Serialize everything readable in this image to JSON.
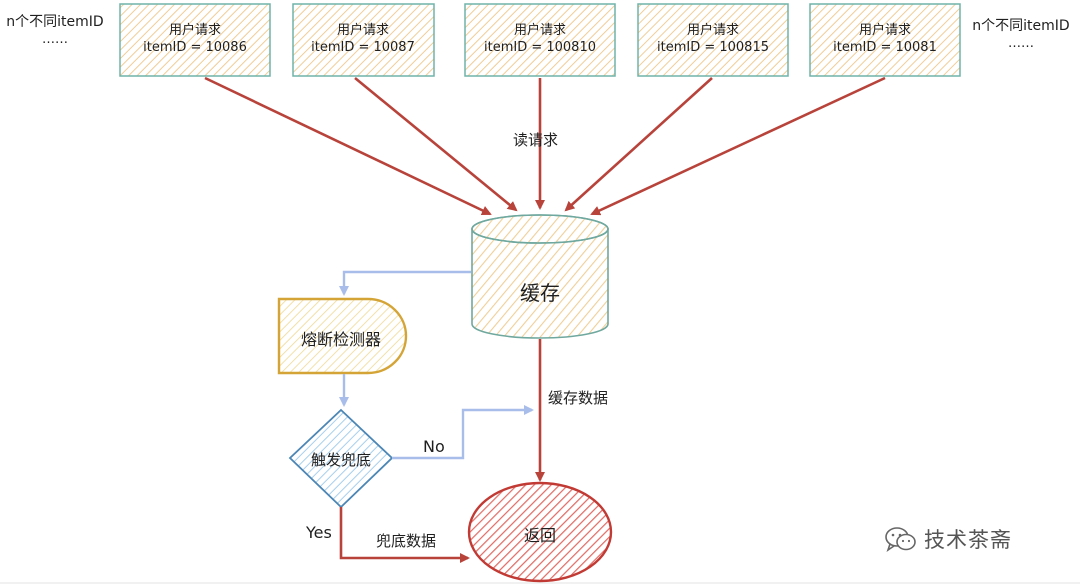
{
  "colors": {
    "request_stroke": "#6fb3a8",
    "request_fill": "#f3d4a6",
    "arrow_red": "#b8433b",
    "arrow_blue": "#a9bdea",
    "cache_stroke": "#6fa89e",
    "cache_fill": "#f3d7aa",
    "breaker_stroke": "#d4a436",
    "breaker_fill": "#f8eac4",
    "decision_stroke": "#4c86b5",
    "decision_fill": "#b9dbf4",
    "return_stroke": "#c23a34",
    "return_fill": "#e07a74"
  },
  "left_note": {
    "line1": "n个不同itemID",
    "line2": "……"
  },
  "right_note": {
    "line1": "n个不同itemID",
    "line2": "……"
  },
  "requests": [
    {
      "title": "用户请求",
      "item": "itemID = 10086"
    },
    {
      "title": "用户请求",
      "item": "itemID = 10087"
    },
    {
      "title": "用户请求",
      "item": "itemID = 100810"
    },
    {
      "title": "用户请求",
      "item": "itemID = 100815"
    },
    {
      "title": "用户请求",
      "item": "itemID = 10081"
    }
  ],
  "labels": {
    "read_request": "读请求",
    "cache": "缓存",
    "breaker": "熔断检测器",
    "decision": "触发兜底",
    "no": "No",
    "yes": "Yes",
    "cache_data": "缓存数据",
    "fallback_data": "兜底数据",
    "return": "返回"
  },
  "watermark": {
    "text": "技术茶斋",
    "icon": "wechat-icon"
  }
}
